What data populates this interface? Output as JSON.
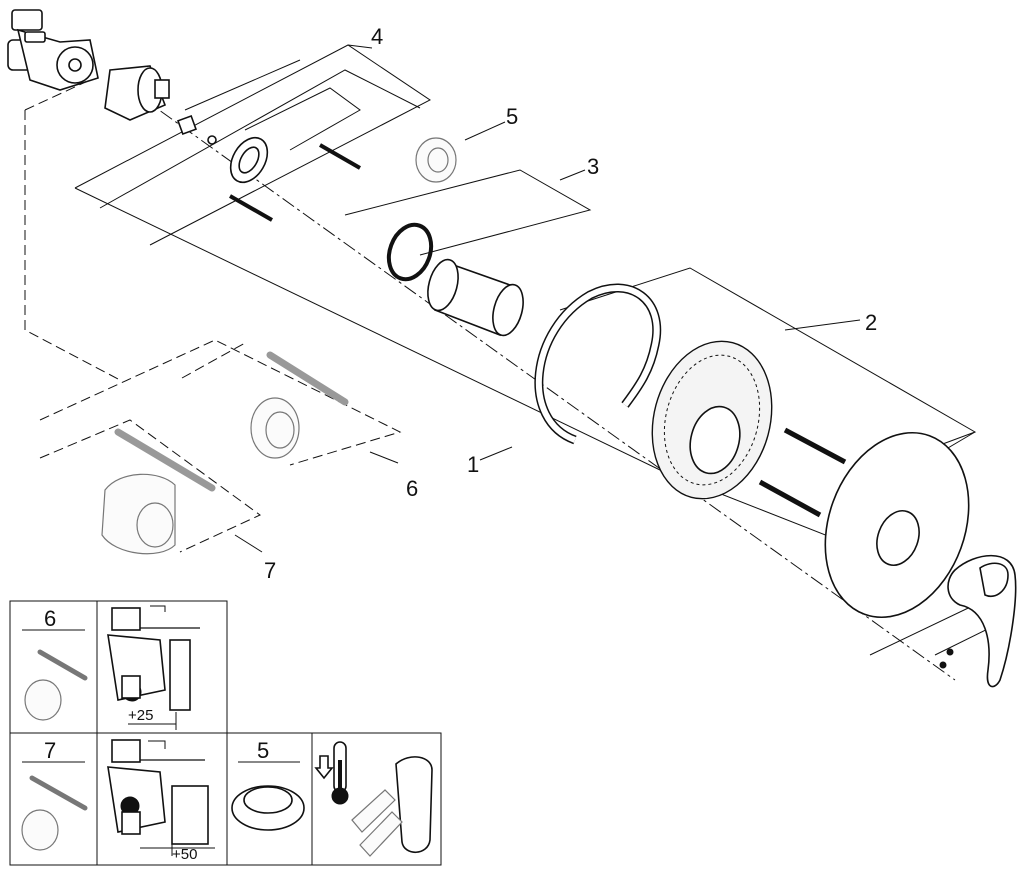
{
  "callouts": {
    "c1": "1",
    "c2": "2",
    "c3": "3",
    "c4": "4",
    "c5": "5",
    "c6": "6",
    "c7": "7"
  },
  "table": {
    "r1_label": "6",
    "r2_label": "7",
    "r2_mid_label": "5",
    "dim_25": "+25",
    "dim_50": "+50"
  }
}
